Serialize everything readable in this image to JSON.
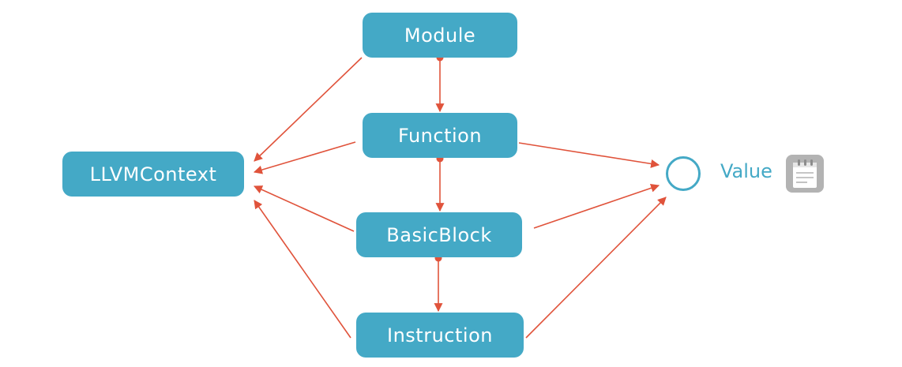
{
  "colors": {
    "node_fill": "#44a9c6",
    "node_text": "#ffffff",
    "edge": "#e0533b",
    "value_accent": "#44a9c6",
    "icon_fill": "#b3b3b3"
  },
  "nodes": {
    "module": "Module",
    "function": "Function",
    "basicblock": "BasicBlock",
    "instruction": "Instruction",
    "llvmcontext": "LLVMContext"
  },
  "value": {
    "label": "Value",
    "icon": "notepad-icon"
  },
  "edges": [
    {
      "from": "module",
      "to": "function",
      "style": "containment"
    },
    {
      "from": "function",
      "to": "basicblock",
      "style": "containment"
    },
    {
      "from": "basicblock",
      "to": "instruction",
      "style": "containment"
    },
    {
      "from": "module",
      "to": "llvmcontext",
      "style": "reference"
    },
    {
      "from": "function",
      "to": "llvmcontext",
      "style": "reference"
    },
    {
      "from": "basicblock",
      "to": "llvmcontext",
      "style": "reference"
    },
    {
      "from": "instruction",
      "to": "llvmcontext",
      "style": "reference"
    },
    {
      "from": "function",
      "to": "value",
      "style": "reference"
    },
    {
      "from": "basicblock",
      "to": "value",
      "style": "reference"
    },
    {
      "from": "instruction",
      "to": "value",
      "style": "reference"
    }
  ]
}
